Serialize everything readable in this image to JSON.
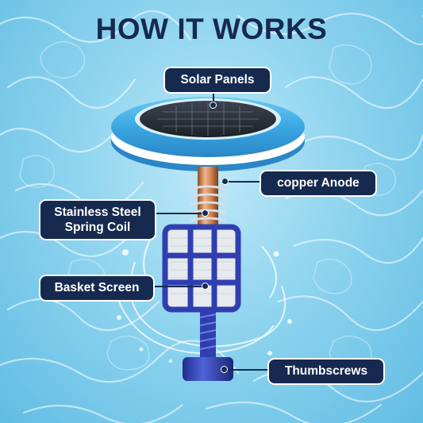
{
  "title": "HOW IT WORKS",
  "callouts": {
    "solar_panels": "Solar Panels",
    "copper_anode": "copper Anode",
    "spring_coil_line1": "Stainless Steel",
    "spring_coil_line2": "Spring Coil",
    "basket_screen": "Basket Screen",
    "thumbscrews": "Thumbscrews"
  },
  "colors": {
    "title": "#16294f",
    "callout_bg": "#16294f",
    "callout_text": "#ffffff",
    "water": "#8fd4ef",
    "float_blue": "#4bb4ea",
    "copper": "#c97c4f",
    "basket": "#2f3fb0"
  }
}
